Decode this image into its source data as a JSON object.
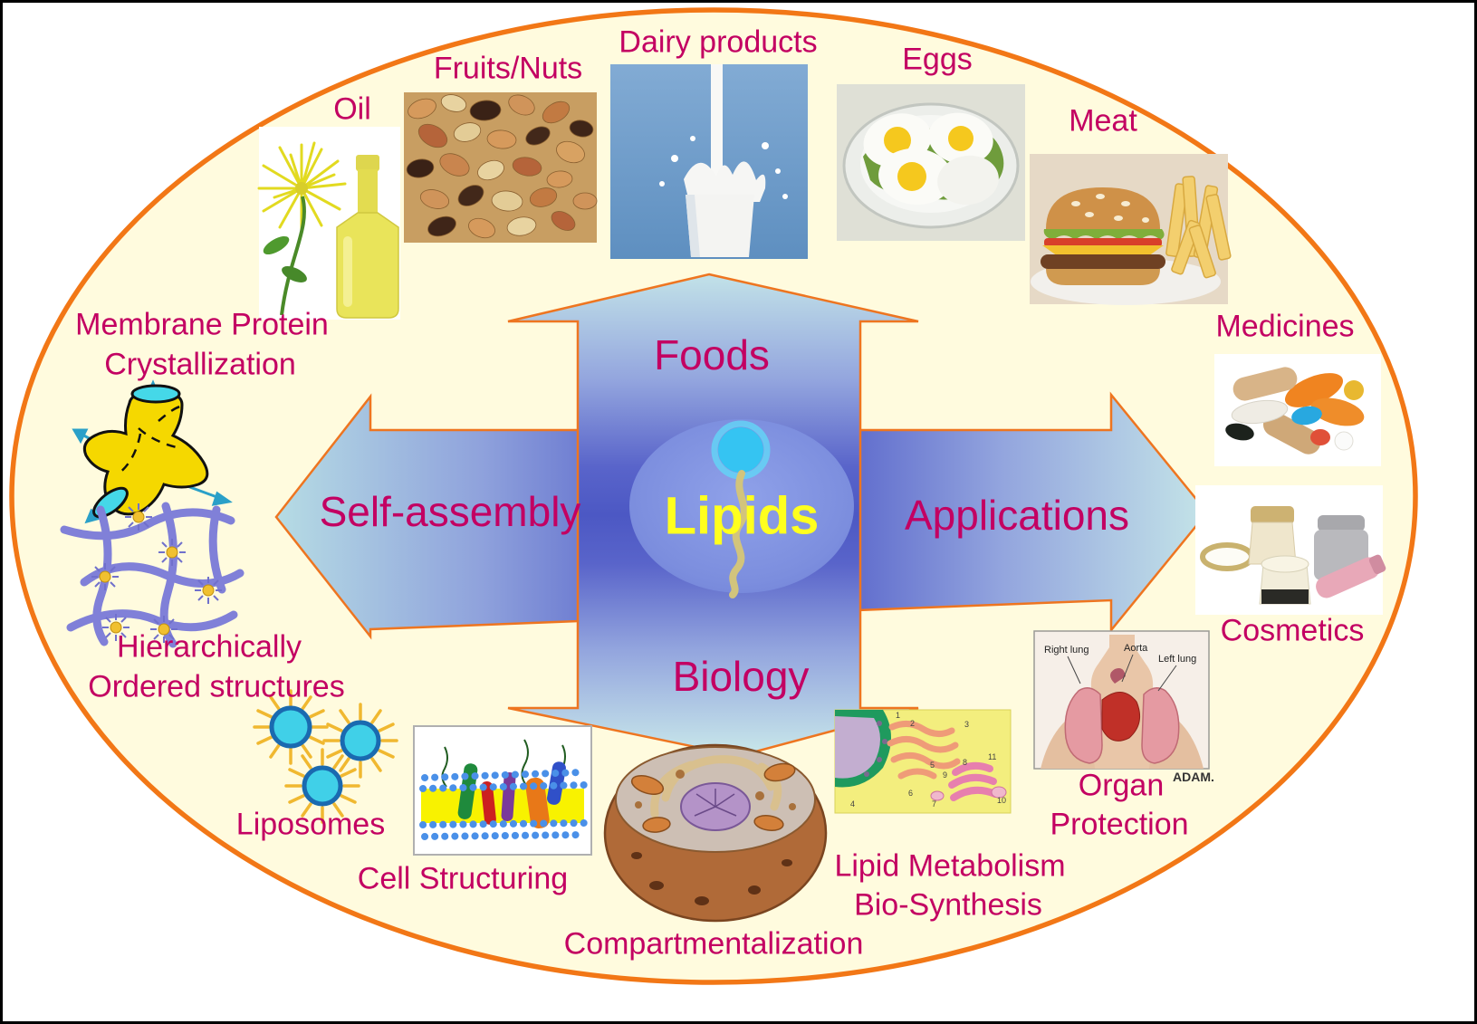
{
  "center_label": "Lipids",
  "arrows": {
    "top": "Foods",
    "left": "Self-assembly",
    "right": "Applications",
    "bottom": "Biology"
  },
  "labels": {
    "oil": "Oil",
    "fruits_nuts": "Fruits/Nuts",
    "dairy": "Dairy products",
    "eggs": "Eggs",
    "meat": "Meat",
    "medicines": "Medicines",
    "cosmetics": "Cosmetics",
    "organ_1": "Organ",
    "organ_2": "Protection",
    "lipid_met_1": "Lipid Metabolism",
    "lipid_met_2": "Bio-Synthesis",
    "compartmentalization": "Compartmentalization",
    "cell_structuring": "Cell Structuring",
    "liposomes": "Liposomes",
    "hier_1": "Hierarchically",
    "hier_2": "Ordered structures",
    "mpc_1": "Membrane Protein",
    "mpc_2": "Crystallization"
  },
  "organ_image": {
    "right_lung": "Right lung",
    "aorta": "Aorta",
    "left_lung": "Left lung",
    "watermark": "ADAM."
  },
  "golgi_numbers": [
    "1",
    "2",
    "3",
    "4",
    "5",
    "6",
    "7",
    "8",
    "9",
    "10",
    "11"
  ],
  "colors": {
    "ellipse_orange": "#F27716",
    "arrow_stroke": "#EE7520",
    "label_pink": "#C30062",
    "lipids_yellow": "#FFFF1E",
    "interior_cream": "#FFFBDE",
    "arrow_center_blue": "#4C58C4",
    "arrow_tip_teal": "#C2E2E8"
  }
}
